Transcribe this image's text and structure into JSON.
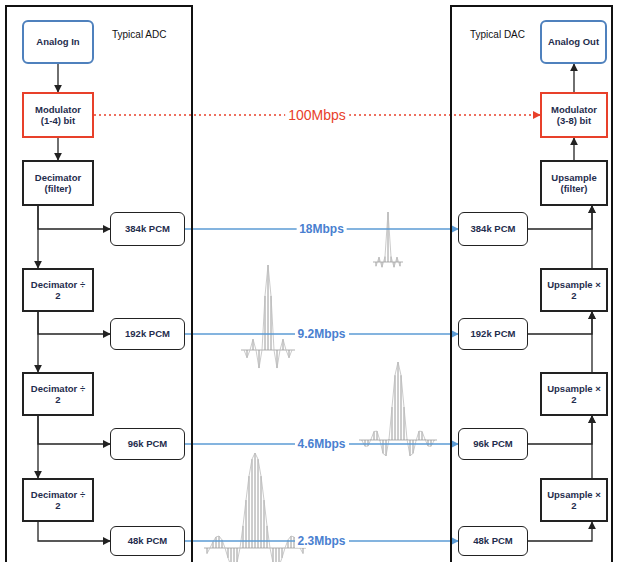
{
  "diagram": {
    "nodes": [
      {
        "text": [
          "Typical ADC"
        ]
      },
      {
        "text": [
          "Analog In"
        ],
        "in": 0
      },
      {
        "text": [
          "Modulator (1-4) bit"
        ],
        "in": 0
      },
      {
        "text": [
          "Decimator (filter)"
        ],
        "in": 0
      },
      {
        "text": [
          "384k PCM"
        ],
        "in": 0
      },
      {
        "text": [
          "Decimator ÷ 2"
        ],
        "in": 0
      },
      {
        "text": [
          "192k PCM"
        ],
        "in": 0
      },
      {
        "text": [
          "Decimator ÷ 2"
        ],
        "in": 0
      },
      {
        "text": [
          "96k PCM"
        ],
        "in": 0
      },
      {
        "text": [
          "Decimator ÷ 2"
        ],
        "in": 0
      },
      {
        "text": [
          "48k PCM"
        ],
        "in": 0
      },
      {
        "text": [
          "Typical DAC"
        ]
      },
      {
        "text": [
          "Analog Out"
        ],
        "in": 11
      },
      {
        "text": [
          "Modulator (3-8) bit"
        ],
        "in": 11
      },
      {
        "text": [
          "Upsample (filter)"
        ],
        "in": 11
      },
      {
        "text": [
          "384k PCM"
        ],
        "in": 11
      },
      {
        "text": [
          "Upsample × 2"
        ],
        "in": 11
      },
      {
        "text": [
          "192k PCM"
        ],
        "in": 11
      },
      {
        "text": [
          "Upsample × 2"
        ],
        "in": 11
      },
      {
        "text": [
          "96k PCM"
        ],
        "in": 11
      },
      {
        "text": [
          "Upsample × 2"
        ],
        "in": 11
      },
      {
        "text": [
          "48k PCM"
        ],
        "in": 11
      }
    ],
    "edges": [
      {
        "from": 1,
        "to": 2,
        "arrow": "to"
      },
      {
        "from": 2,
        "to": 3,
        "arrow": "to"
      },
      {
        "from": 3,
        "to": 4,
        "arrow": "to"
      },
      {
        "from": 3,
        "to": 5,
        "arrow": "to"
      },
      {
        "from": 5,
        "to": 6,
        "arrow": "to"
      },
      {
        "from": 5,
        "to": 7,
        "arrow": "to"
      },
      {
        "from": 7,
        "to": 8,
        "arrow": "to"
      },
      {
        "from": 7,
        "to": 9,
        "arrow": "to"
      },
      {
        "from": 9,
        "to": 10,
        "arrow": "to"
      },
      {
        "from": 2,
        "to": 13,
        "label": "100Mbps",
        "arrow": "to"
      },
      {
        "from": 4,
        "to": 15,
        "label": "18Mbps",
        "arrow": "to"
      },
      {
        "from": 6,
        "to": 17,
        "label": "9.2Mbps",
        "arrow": "to"
      },
      {
        "from": 8,
        "to": 19,
        "label": "4.6Mbps",
        "arrow": "to"
      },
      {
        "from": 10,
        "to": 21,
        "label": "2.3Mbps",
        "arrow": "to"
      },
      {
        "from": 21,
        "to": 20,
        "arrow": "to"
      },
      {
        "from": 20,
        "to": 18,
        "arrow": "to"
      },
      {
        "from": 19,
        "to": 18,
        "arrow": "to"
      },
      {
        "from": 18,
        "to": 16,
        "arrow": "to"
      },
      {
        "from": 17,
        "to": 16,
        "arrow": "to"
      },
      {
        "from": 16,
        "to": 14,
        "arrow": "to"
      },
      {
        "from": 15,
        "to": 14,
        "arrow": "to"
      },
      {
        "from": 14,
        "to": 13,
        "arrow": "to"
      },
      {
        "from": 13,
        "to": 12,
        "arrow": "to"
      }
    ]
  }
}
